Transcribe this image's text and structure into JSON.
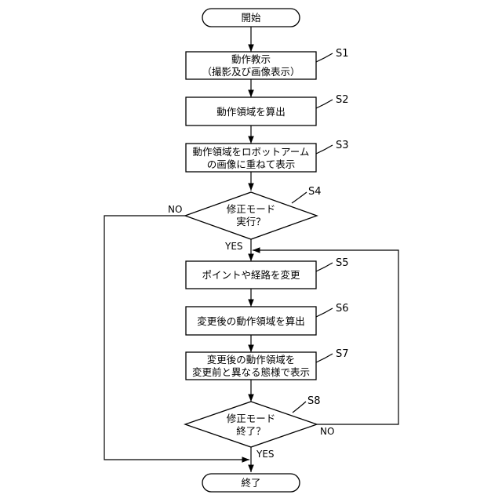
{
  "start": {
    "label": "開始"
  },
  "end": {
    "label": "終了"
  },
  "steps": {
    "s1": {
      "id": "S1",
      "lines": [
        "動作教示",
        "（撮影及び画像表示）"
      ]
    },
    "s2": {
      "id": "S2",
      "lines": [
        "動作領域を算出"
      ]
    },
    "s3": {
      "id": "S3",
      "lines": [
        "動作領域をロボットアーム",
        "の画像に重ねて表示"
      ]
    },
    "s4": {
      "id": "S4",
      "lines": [
        "修正モード",
        "実行？"
      ]
    },
    "s5": {
      "id": "S5",
      "lines": [
        "ポイントや経路を変更"
      ]
    },
    "s6": {
      "id": "S6",
      "lines": [
        "変更後の動作領域を算出"
      ]
    },
    "s7": {
      "id": "S7",
      "lines": [
        "変更後の動作領域を",
        "変更前と異なる態様で表示"
      ]
    },
    "s8": {
      "id": "S8",
      "lines": [
        "修正モード",
        "終了？"
      ]
    }
  },
  "branches": {
    "s4_no": "NO",
    "s4_yes": "YES",
    "s8_no": "NO",
    "s8_yes": "YES"
  }
}
